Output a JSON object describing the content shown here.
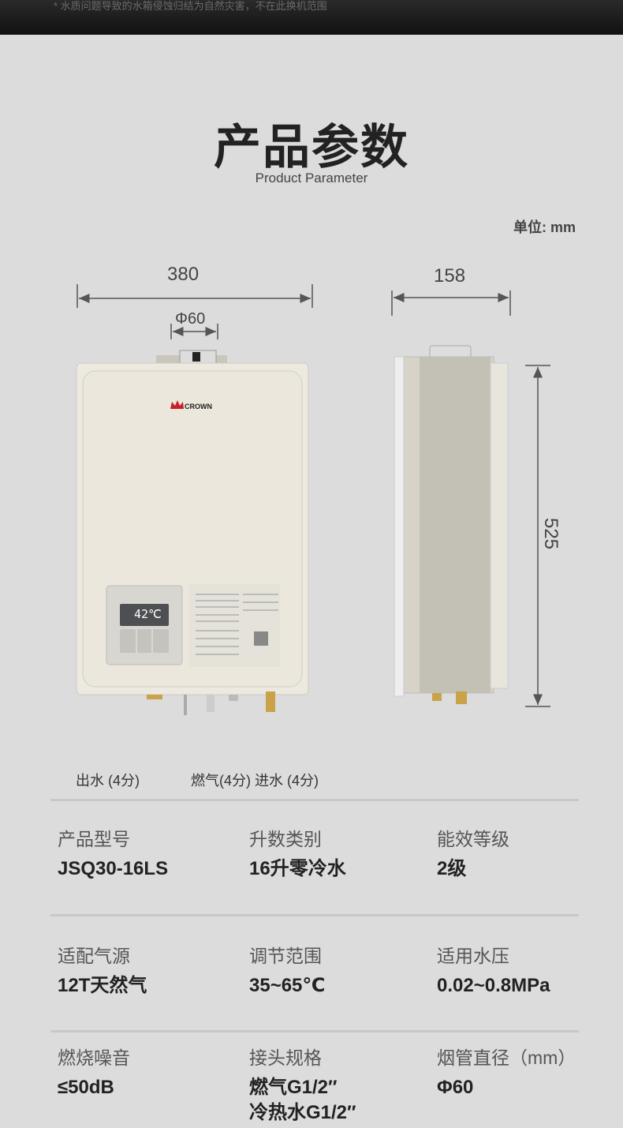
{
  "top_note": "* 水质问题导致的水箱侵蚀归结为自然灾害，不在此换机范围",
  "header": {
    "title": "产品参数",
    "subtitle": "Product Parameter"
  },
  "unit_label": "单位: mm",
  "dimensions": {
    "front_width": "380",
    "flue_diameter": "Φ60",
    "side_depth": "158",
    "height": "525"
  },
  "brand": "CROWN",
  "display_temp": "42℃",
  "pipe_labels": {
    "outlet": "出水 (4分)",
    "gas_inlet": "燃气(4分) 进水 (4分)"
  },
  "specs": [
    {
      "label": "产品型号",
      "value": "JSQ30-16LS"
    },
    {
      "label": "升数类别",
      "value": "16升零冷水"
    },
    {
      "label": "能效等级",
      "value": "2级"
    },
    {
      "label": "适配气源",
      "value": "12T天然气"
    },
    {
      "label": "调节范围",
      "value": "35~65℃"
    },
    {
      "label": "适用水压",
      "value": "0.02~0.8MPa"
    },
    {
      "label": "燃烧噪音",
      "value": "≤50dB"
    },
    {
      "label": "接头规格",
      "value": "燃气G1/2″",
      "value2": "冷热水G1/2″"
    },
    {
      "label": "烟管直径（mm）",
      "value": "Φ60"
    }
  ]
}
